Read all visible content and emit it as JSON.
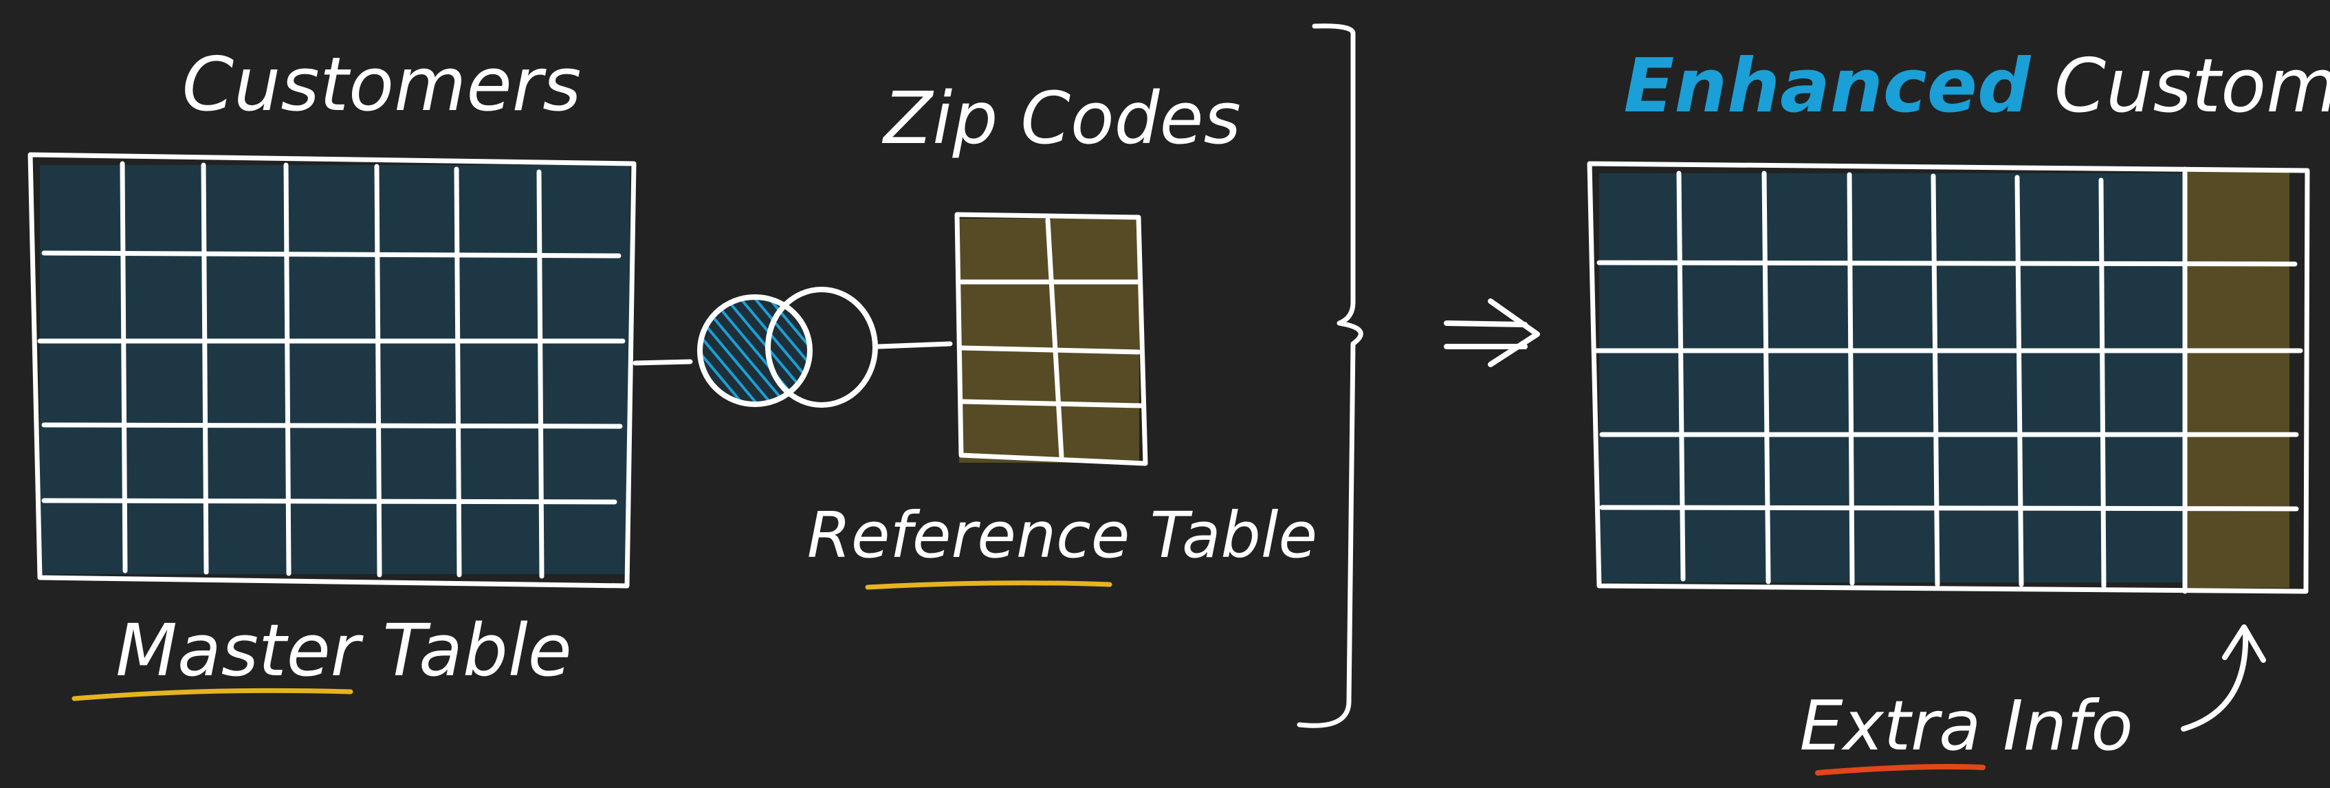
{
  "customers_table": {
    "title": "Customers",
    "caption": "Master Table",
    "fill_color": "#1d3a47"
  },
  "join": {
    "icon": "venn-diagram-icon",
    "highlight_color": "#1a9fd6"
  },
  "zip_table": {
    "title": "Zip Codes",
    "caption": "Reference Table",
    "fill_color": "#5a4e25"
  },
  "result_table": {
    "title_highlight": "Enhanced",
    "title_rest": "Customers",
    "annotation": "Extra Info",
    "title_highlight_color": "#1a9fd6"
  },
  "colors": {
    "stroke": "#ffffff",
    "underline_master": "#e6b41e",
    "underline_reference": "#e6b41e",
    "underline_extra": "#e2461a",
    "background": "#222222"
  }
}
